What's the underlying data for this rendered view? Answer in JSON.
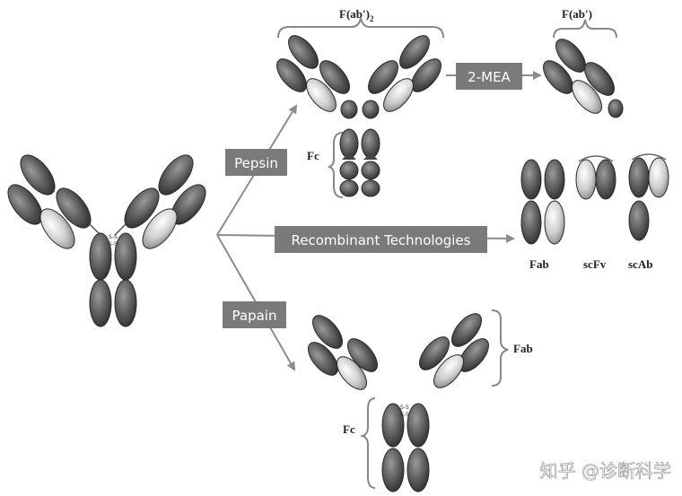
{
  "labels": {
    "fab2": "F(ab')",
    "fab2_sub": "2",
    "fab1": "F(ab')",
    "fc_top": "Fc",
    "fab_right": "Fab",
    "fc_bottom": "Fc",
    "frag_fab": "Fab",
    "frag_scfv": "scFv",
    "frag_scab": "scAb",
    "disulfide": "S-S"
  },
  "process_boxes": {
    "pepsin": "Pepsin",
    "recombinant": "Recombinant Technologies",
    "papain": "Papain",
    "mea": "2-MEA"
  },
  "watermark": "知乎 @诊断科学",
  "colors": {
    "box_fill": "#7a7a7a",
    "arrow": "#8c8c8c",
    "heavy_chain": "#6e6e6e",
    "light_chain": "#c9c9c9",
    "outline": "#2a2a2a"
  }
}
